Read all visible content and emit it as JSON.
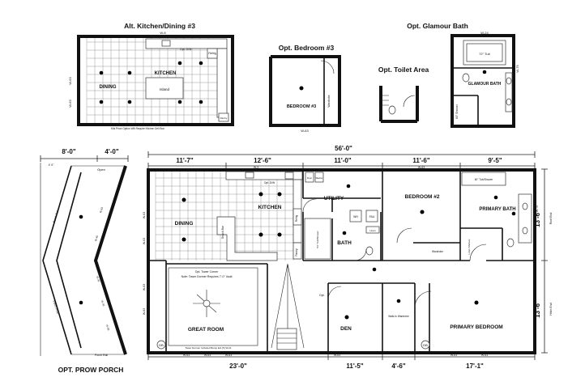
{
  "titles": {
    "kitchen_option": "Alt. Kitchen/Dining #3",
    "bedroom_option": "Opt. Bedroom #3",
    "glamour_bath": "Opt. Glamour Bath",
    "toilet_area": "Opt. Toilet Area",
    "prow_porch": "OPT. PROW PORCH"
  },
  "alt_kitchen": {
    "kitchen": "KITCHEN",
    "dining": "DINING",
    "island": "Island",
    "refrig": "Refrig",
    "dw": "Opt. D/W",
    "pantry": "Pantry",
    "window_top": "W-8",
    "window_left_1": "W-63",
    "window_left_2": "W-63",
    "note": "Kits Price Option Will Require Kitchen Drill Box"
  },
  "bedroom3": {
    "label": "BEDROOM #3",
    "wardrobe": "Wardrobe",
    "window": "W-63"
  },
  "glamour": {
    "label": "GLAMOUR BATH",
    "tub": "72\" Tub",
    "shower": "60\" Shower",
    "window_top": "W-24",
    "window_right": "W-75"
  },
  "porch": {
    "dims": [
      "8'-0\"",
      "4'-0\""
    ],
    "open": "Open",
    "porch_rail": "Porch Rail",
    "porch_post": "Porch Post",
    "four_foot": "4' 0\"",
    "window_labels": [
      "W-63",
      "W-45",
      "W-45",
      "W-45",
      "W-63"
    ],
    "porch_rail_bottom": "Porch Rail"
  },
  "main_plan": {
    "overall_width": "56'-0\"",
    "top_dims": [
      "11'-7\"",
      "12'-6\"",
      "11'-0\"",
      "11'-6\"",
      "9'-5\""
    ],
    "bottom_dims": [
      "23'-0\"",
      "11'-5\"",
      "4'-6\"",
      "17'-1\""
    ],
    "right_dims": [
      "13'-6\"",
      "13'-6\""
    ],
    "rooms": {
      "dining": "DINING",
      "kitchen": "KITCHEN",
      "utility": "UTILITY",
      "bath": "BATH",
      "bedroom2": "BEDROOM #2",
      "primary_bath": "PRIMARY BATH",
      "primary_bedroom": "PRIMARY BEDROOM",
      "great_room": "GREAT ROOM",
      "den": "DEN"
    },
    "labels": {
      "snack_bar": "Snack Bar",
      "refrig": "Refrig",
      "pantry": "Pantry",
      "opt_dw": "Opt. D/W",
      "dryer": "Dryer",
      "washer": "Washer",
      "wh": "WH",
      "fau": "FAU",
      "linen": "Linen",
      "linen_shelves": "Linen Shelves",
      "wardrobe": "Wardrobe",
      "walk_in_wardrobe": "Walk-In Wardrobe",
      "tub_shower_60": "60\" Tub/Shower",
      "tub_shower_54": "54\" Tub/Shower",
      "opt": "Opt.",
      "fan_note_1": "Opt. Tower Corner",
      "fan_note_2": "Note:   Tower Dormer Requires 7'-0\" Vault",
      "tower_note": "Tower Dormer Included Bump Ext (5) W-21",
      "db": "DB",
      "roof_end": "Roof End",
      "hitch_end": "Hitch End"
    },
    "windows": {
      "top": [
        "W-3",
        "W-63"
      ],
      "left": [
        "W-63",
        "W-63",
        "W-63",
        "W-63"
      ],
      "bottom": [
        "W-63",
        "W-63",
        "W-63",
        "W-63",
        "W-63",
        "W-63"
      ],
      "right": "W-75"
    }
  }
}
